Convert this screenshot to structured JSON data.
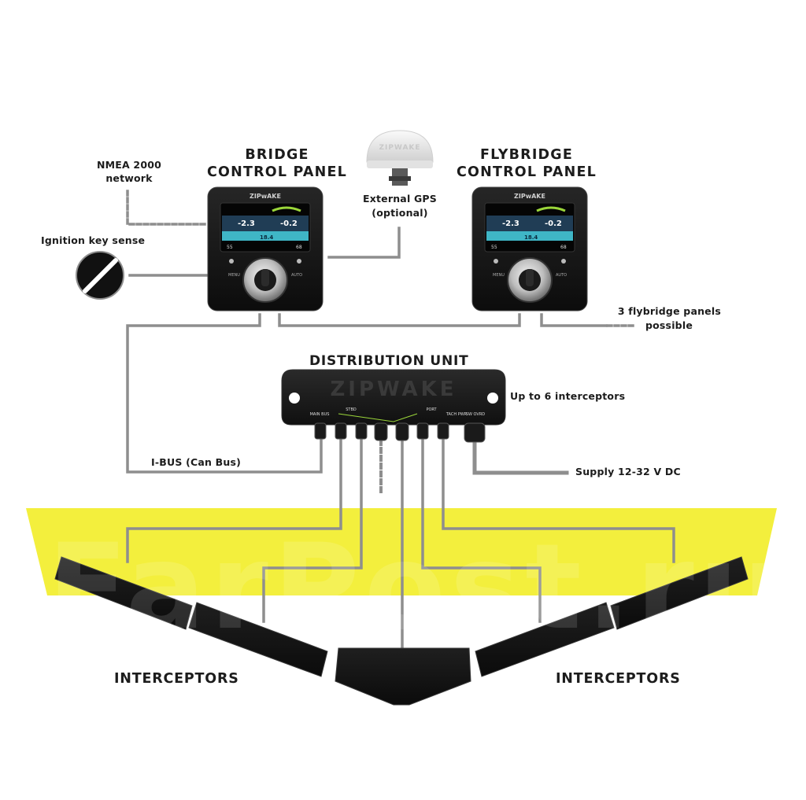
{
  "labels": {
    "nmea_line1": "NMEA 2000",
    "nmea_line2": "network",
    "ignition": "Ignition key sense",
    "bridge_line1": "BRIDGE",
    "bridge_line2": "CONTROL PANEL",
    "gps_line1": "External GPS",
    "gps_line2": "(optional)",
    "flybridge_line1": "FLYBRIDGE",
    "flybridge_line2": "CONTROL PANEL",
    "flybridge_note_line1": "3 flybridge panels",
    "flybridge_note_line2": "possible",
    "distribution_unit": "DISTRIBUTION UNIT",
    "interceptors_note": "Up to 6 interceptors",
    "ibus": "I-BUS (Can Bus)",
    "supply": "Supply 12-32 V DC",
    "interceptors_left": "INTERCEPTORS",
    "interceptors_right": "INTERCEPTORS"
  },
  "device": {
    "brand": "ZIPWAKE",
    "panel_brand": "ZIPwAKE",
    "gps_brand": "ZIPWAKE",
    "screen_left_value": "-2.3",
    "screen_right_value": "-0.2",
    "screen_center_value": "18.4",
    "screen_bottom_left": "55",
    "screen_bottom_right": "68",
    "button_left": "MENU",
    "button_right": "AUTO",
    "port_labels": [
      "MAIN BUS",
      "STBD",
      "PORT",
      "TACH PWR",
      "SW OVRD"
    ]
  },
  "watermark": "FarPost.ru",
  "colors": {
    "hull_yellow": "#f3ef3d",
    "device_black": "#161616",
    "wire_gray": "#8e8e8e",
    "screen_teal": "#3fb6c6",
    "screen_green": "#9bd63a"
  }
}
